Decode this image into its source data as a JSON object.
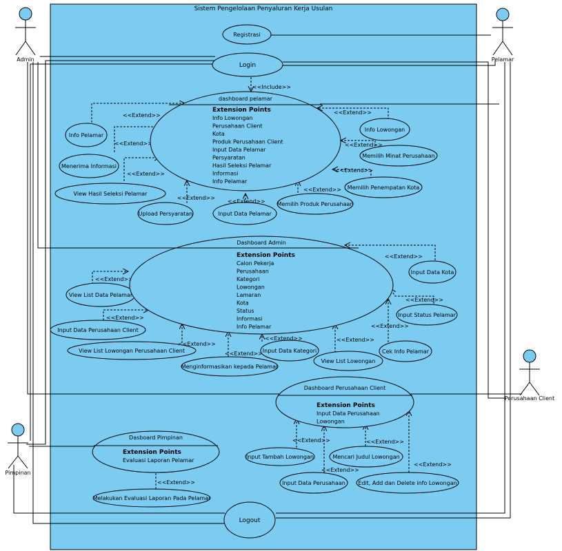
{
  "system_title": "Sistem Pengelolaan Penyaluran Kerja Usulan",
  "actors": {
    "admin": "Admin",
    "pelamar": "Pelamar",
    "pimpinan": "Pimpinan",
    "perusahaan_client": "Perusahaan Client"
  },
  "stereotypes": {
    "include": "<<Include>>",
    "extend": "<<Extend>>"
  },
  "use_cases": {
    "registrasi": "Registrasi",
    "login": "Login",
    "logout": "Logout",
    "info_pelamar": "Info Pelamar",
    "menerima_informasi": "Menerima Informasi",
    "view_hasil_seleksi": "View Hasil Seleksi Pelamar",
    "upload_persyaratan": "Upload Persyaratan",
    "input_data_pelamar": "Input Data Pelamar",
    "memilih_produk": "Memilih Produk Perusahaan",
    "memilih_penempatan": "Memilih Penempatan Kota",
    "memilih_minat": "Memilih Minat Perusahaan",
    "info_lowongan": "Info Lowongan",
    "view_list_data_pelamar": "View List Data Pelamar",
    "input_data_perusahaan_client": "Input Data  Perusahaan Client",
    "view_list_lowongan_perusahaan": "View List Lowongan Perusahaan Client",
    "menginformasikan": "Menginformasikan kepada Pelamar",
    "input_data_kategori": "Input Data Kategori",
    "view_list_lowongan": "View List Lowongan",
    "cek_info_pelamar": "Cek Info Pelamar",
    "input_status_pelamar": "Input Status Pelamar",
    "input_data_kota": "Input Data Kota",
    "input_tambah_lowongan": "Input Tambah Lowongan",
    "input_data_perusahaan": "Input Data Perusahaan",
    "mencari_judul_lowongan": "Mencari Judul Lowongan",
    "edit_add_delete": "Edit, Add dan Delete info Lowongan",
    "melakukan_evaluasi": "Melakukan Evaluasi Laporan Pada Pelamar"
  },
  "dashboard_pelamar": {
    "title": "dashboard pelamar",
    "ep_heading": "Extension Points",
    "points": [
      "Info Lowongan",
      "Perusahaan Client",
      "Kota",
      "Produk Perusahaan Client",
      "Input Data Pelamar",
      "Persyaratan",
      "Hasil Seleksi Pelamar",
      "Informasi",
      "Info Pelamar"
    ]
  },
  "dashboard_admin": {
    "title": "Dashboard Admin",
    "ep_heading": "Extension Points",
    "points": [
      "Calon Pekerja",
      "Perusahaan",
      "Kategori",
      "Lowongan",
      "Lamaran",
      "Kota",
      "Status",
      "Informasi",
      "Info Pelamar"
    ]
  },
  "dashboard_perusahaan": {
    "title": "Dashboard Perusahaan Client",
    "ep_heading": "Extension Points",
    "points": [
      "Input Data Perusahaan",
      "Lowongan"
    ]
  },
  "dashboard_pimpinan": {
    "title": "Dasboard Pimpinan",
    "ep_heading": "Extension Points",
    "points": [
      "Evaluasi Laporan Pelamar"
    ]
  },
  "colors": {
    "system_fill": "#7ccbf0",
    "usecase_fill": "#7ccbf0",
    "actor_head": "#7ccbf0",
    "line": "#000000"
  }
}
